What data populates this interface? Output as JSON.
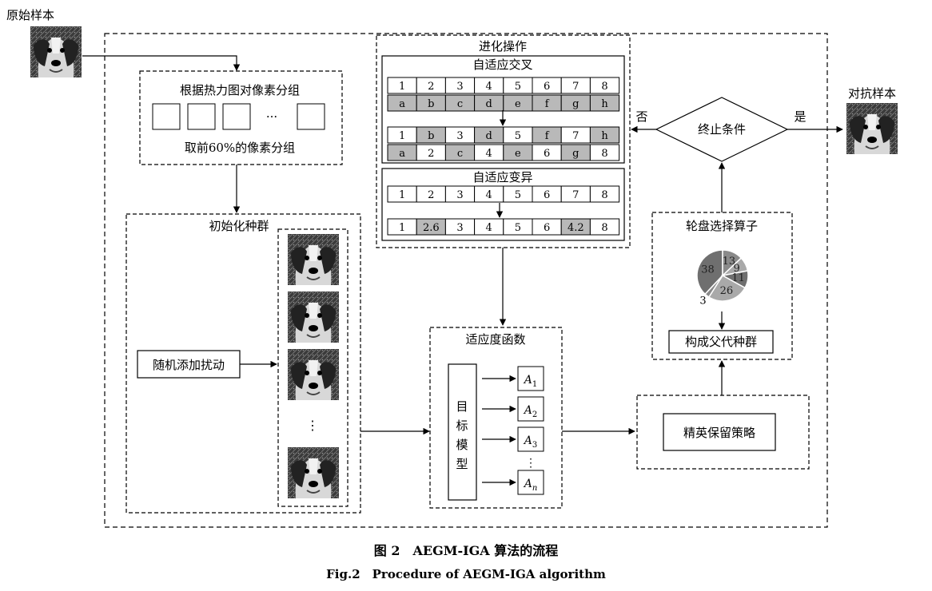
{
  "labels": {
    "original_sample": "原始样本",
    "adversarial_sample": "对抗样本",
    "heatmap_group": "根据热力图对像素分组",
    "ellipsis_h": "···",
    "top60": "取前60%的像素分组",
    "init_population": "初始化种群",
    "random_perturb": "随机添加扰动",
    "ellipsis_v": "⋮",
    "evolution_ops": "进化操作",
    "adaptive_crossover": "自适应交叉",
    "adaptive_mutation": "自适应变异",
    "fitness_function": "适应度函数",
    "target_model": [
      "目",
      "标",
      "模",
      "型"
    ],
    "outputs": [
      {
        "base": "A",
        "sub": "1"
      },
      {
        "base": "A",
        "sub": "2"
      },
      {
        "base": "A",
        "sub": "3"
      },
      {
        "base": "A",
        "sub": "n"
      }
    ],
    "elite_strategy": "精英保留策略",
    "roulette": "轮盘选择算子",
    "parent_population": "构成父代种群",
    "termination": "终止条件",
    "no": "否",
    "yes": "是"
  },
  "crossover": {
    "parent1": [
      "1",
      "2",
      "3",
      "4",
      "5",
      "6",
      "7",
      "8"
    ],
    "parent2": [
      "a",
      "b",
      "c",
      "d",
      "e",
      "f",
      "g",
      "h"
    ],
    "child1": [
      "1",
      "b",
      "3",
      "d",
      "5",
      "f",
      "7",
      "h"
    ],
    "child2": [
      "a",
      "2",
      "c",
      "4",
      "e",
      "6",
      "g",
      "8"
    ]
  },
  "mutation": {
    "before": [
      "1",
      "2",
      "3",
      "4",
      "5",
      "6",
      "7",
      "8"
    ],
    "after": [
      "1",
      "2.6",
      "3",
      "4",
      "5",
      "6",
      "4.2",
      "8"
    ]
  },
  "pie_values": [
    {
      "value": 38,
      "label": "38"
    },
    {
      "value": 13,
      "label": "13"
    },
    {
      "value": 9,
      "label": "9"
    },
    {
      "value": 11,
      "label": "11"
    },
    {
      "value": 26,
      "label": "26"
    },
    {
      "value": 3,
      "label": "3"
    }
  ],
  "caption": {
    "zh": "图 2　AEGM-IGA 算法的流程",
    "en": "Fig.2　Procedure of AEGM-IGA algorithm"
  },
  "colors": {
    "cell_gray": "#b9b9b9",
    "pie_dark": "#6f6f6f",
    "pie_mid": "#8a8a8a",
    "pie_light": "#a9a9a9"
  }
}
